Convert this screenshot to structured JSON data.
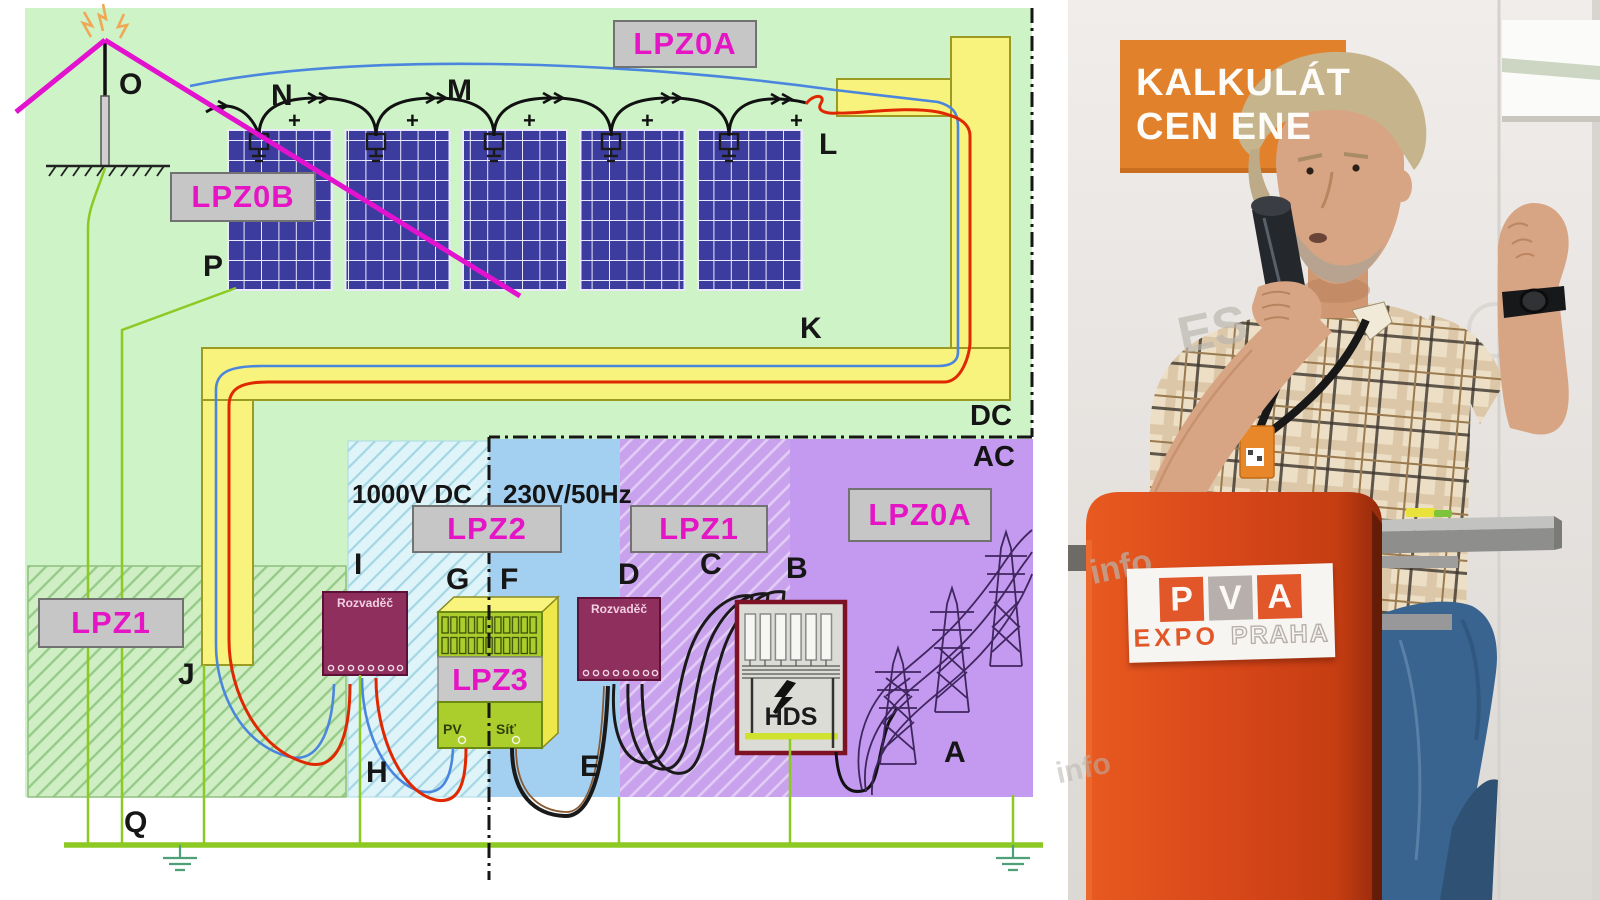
{
  "diagram": {
    "labels": {
      "lpz0a_top": "LPZ0A",
      "lpz0b": "LPZ0B",
      "lpz1_left": "LPZ1",
      "lpz2": "LPZ2",
      "lpz1_ac": "LPZ1",
      "lpz0a_ac": "LPZ0A",
      "lpz3": "LPZ3"
    },
    "texts": {
      "dc_voltage": "1000V DC",
      "ac_voltage": "230V/50Hz",
      "dc": "DC",
      "ac": "AC",
      "rozvadec_dc": "Rozvaděč",
      "rozvadec_ac": "Rozvaděč",
      "hds": "HDS",
      "pv": "PV",
      "sit": "Síť",
      "plus": "+"
    },
    "letters": {
      "a": "A",
      "b": "B",
      "c": "C",
      "d": "D",
      "e": "E",
      "f": "F",
      "g": "G",
      "h": "H",
      "i": "I",
      "j": "J",
      "k": "K",
      "l": "L",
      "m": "M",
      "n": "N",
      "o": "O",
      "p": "P",
      "q": "Q"
    },
    "colors": {
      "background": "#cdf3c7",
      "panel_blue": "#3c3c9e",
      "duct_yellow": "#f8f37c",
      "label_magenta": "#e515c5",
      "label_bg": "#c6c6c6",
      "zone_blue": "#a3cff1",
      "zone_purple": "#c49af0",
      "wire_red": "#e02800",
      "wire_blue": "#4a86dd",
      "ground_green": "#8cc922",
      "protection_magenta": "#e312cf"
    }
  },
  "photo": {
    "banner": {
      "line1": "KALKULÁT",
      "line2": "CEN ENE"
    },
    "logo": {
      "p": "P",
      "v": "V",
      "a": "A",
      "expo": "EXPO",
      "praha": "PRAHA"
    },
    "watermarks": {
      "w1": "ES",
      "w2": "info",
      "w3": "info"
    },
    "colors": {
      "podium_red": "#d9481a",
      "banner_orange": "#e2812c"
    }
  }
}
